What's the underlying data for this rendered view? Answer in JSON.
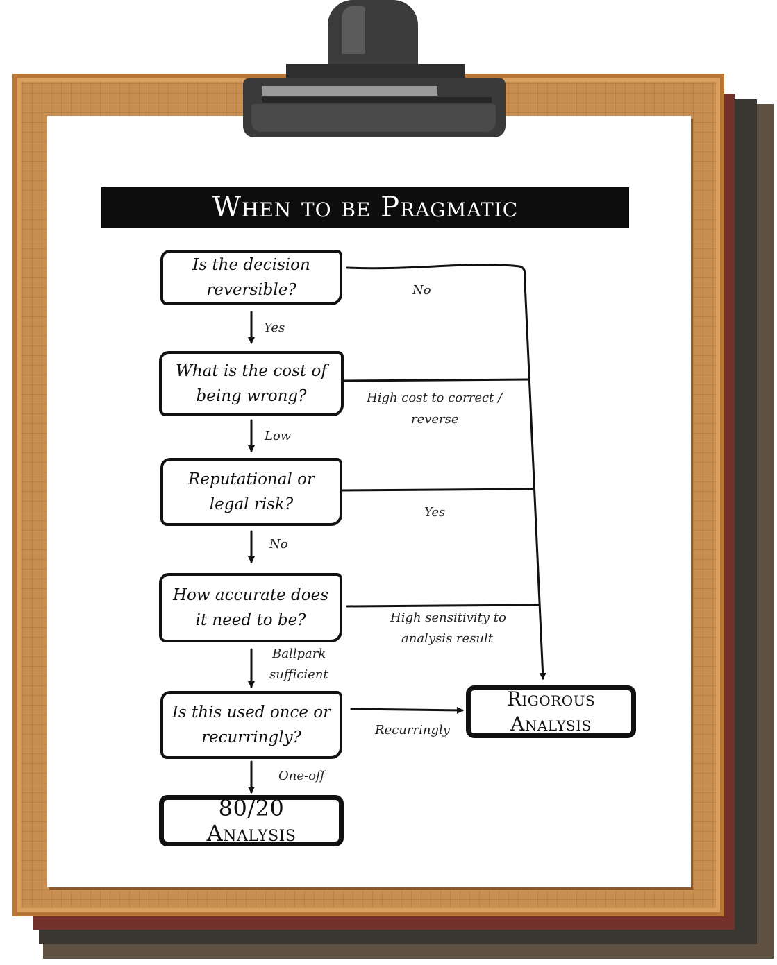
{
  "title": "When to be Pragmatic",
  "nodes": {
    "reversible": "Is the decision reversible?",
    "cost": "What is the cost of being wrong?",
    "risk": "Reputational or legal risk?",
    "accuracy": "How accurate does it need to be?",
    "frequency": "Is this used once or recurringly?",
    "outcome_8020": "80/20 Analysis",
    "outcome_rigorous": "Rigorous Analysis"
  },
  "edge_labels": {
    "reversible_yes": "Yes",
    "reversible_no": "No",
    "cost_low": "Low",
    "cost_high_line1": "High cost to correct /",
    "cost_high_line2": "reverse",
    "risk_no": "No",
    "risk_yes": "Yes",
    "accuracy_ballpark_line1": "Ballpark",
    "accuracy_ballpark_line2": "sufficient",
    "accuracy_high_line1": "High sensitivity to",
    "accuracy_high_line2": "analysis result",
    "frequency_oneoff": "One-off",
    "frequency_recurring": "Recurringly"
  },
  "colors": {
    "board": "#c98f50",
    "board_shadow": "#74302a",
    "clip": "#3a3a3a",
    "title_bar": "#0d0d0d",
    "ink": "#111111"
  }
}
